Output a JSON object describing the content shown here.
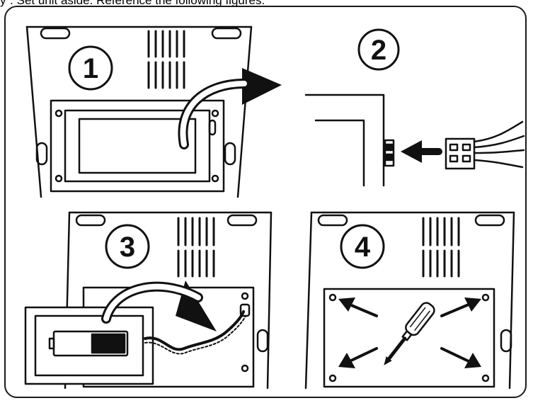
{
  "caption": "y”. Set unit aside. Reference the following figures.",
  "steps": [
    {
      "number": "1",
      "icon": "cover-removal-icon"
    },
    {
      "number": "2",
      "icon": "connector-plug-icon"
    },
    {
      "number": "3",
      "icon": "battery-pack-icon"
    },
    {
      "number": "4",
      "icon": "screwdriver-icon"
    }
  ],
  "colors": {
    "ink": "#111111",
    "background": "#ffffff"
  }
}
